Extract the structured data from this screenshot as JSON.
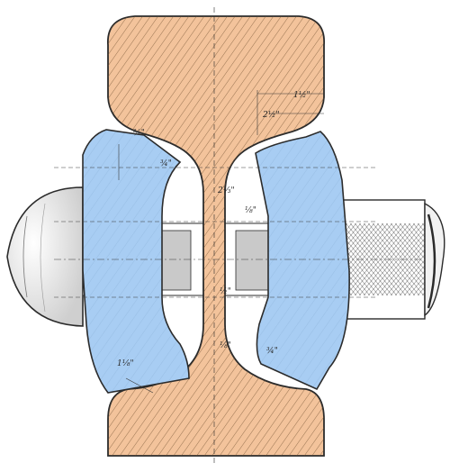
{
  "figure": {
    "colors": {
      "rail_fill": "#f3c39b",
      "joint_bar_fill": "#a8cdf3",
      "bolt_fill": "#ffffff",
      "ink": "#2b2b2b",
      "hatch": "#6b4a2c"
    },
    "dimensions": [
      {
        "id": "d1",
        "text": "1½\""
      },
      {
        "id": "d2",
        "text": "2½\""
      },
      {
        "id": "d3",
        "text": "¾\""
      },
      {
        "id": "d4",
        "text": "2⅓\""
      },
      {
        "id": "d5",
        "text": "⅛\""
      },
      {
        "id": "d6",
        "text": "¾\""
      },
      {
        "id": "d7",
        "text": "½\""
      },
      {
        "id": "d8",
        "text": "⅛\""
      },
      {
        "id": "d9",
        "text": "1⅛\""
      },
      {
        "id": "d10",
        "text": "¾\""
      }
    ]
  }
}
